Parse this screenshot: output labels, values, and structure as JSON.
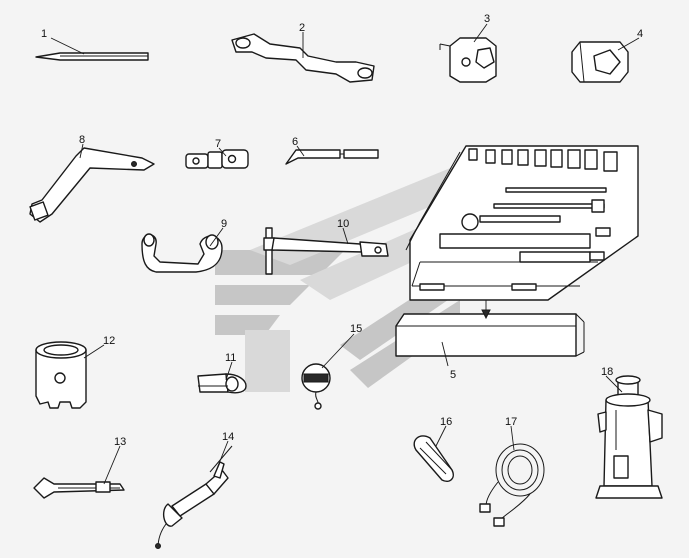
{
  "diagram": {
    "callouts": [
      {
        "id": "1",
        "label": "1"
      },
      {
        "id": "2",
        "label": "2"
      },
      {
        "id": "3",
        "label": "3"
      },
      {
        "id": "4",
        "label": "4"
      },
      {
        "id": "5",
        "label": "5"
      },
      {
        "id": "6",
        "label": "6"
      },
      {
        "id": "7",
        "label": "7"
      },
      {
        "id": "8",
        "label": "8"
      },
      {
        "id": "9",
        "label": "9"
      },
      {
        "id": "10",
        "label": "10"
      },
      {
        "id": "11",
        "label": "11"
      },
      {
        "id": "12",
        "label": "12"
      },
      {
        "id": "13",
        "label": "13"
      },
      {
        "id": "14",
        "label": "14"
      },
      {
        "id": "15",
        "label": "15"
      },
      {
        "id": "16",
        "label": "16"
      },
      {
        "id": "17",
        "label": "17"
      },
      {
        "id": "18",
        "label": "18"
      }
    ],
    "colors": {
      "line": "#1a1a1a",
      "background": "#f4f4f4",
      "watermark": "#c6c6c6"
    }
  }
}
